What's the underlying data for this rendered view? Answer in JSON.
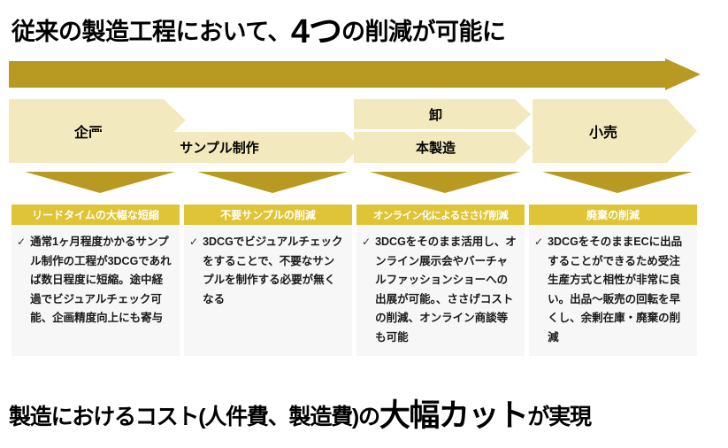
{
  "slide": {
    "headline_top": {
      "lead": "従来の製造工程において、",
      "emphasis": "4つ",
      "tail": "の削減が可能に"
    },
    "headline_bottom": {
      "lead": "製造におけるコスト(人件費、製造費)の",
      "emphasis": "大幅カット",
      "tail": "が実現"
    },
    "flow_arrow_label": "process-flow-arrow",
    "process_steps": [
      {
        "label": "企画",
        "name": "planning"
      },
      {
        "label": "サンプル制作",
        "name": "sample-production"
      },
      {
        "label": "卸",
        "name": "wholesale"
      },
      {
        "label": "本製造",
        "name": "mass-production"
      },
      {
        "label": "小売",
        "name": "retail"
      }
    ],
    "benefit_cards": [
      {
        "header": "リードタイムの大幅な短縮",
        "bullet": "✓",
        "text": "通常1ヶ月程度かかるサンプル制作の工程が3DCGであれば数日程度に短縮。途中経過でビジュアルチェック可能、企画精度向上にも寄与"
      },
      {
        "header": "不要サンプルの削減",
        "bullet": "✓",
        "text": "3DCGでビジュアルチェックをすることで、不要なサンプルを制作する必要が無くなる"
      },
      {
        "header": "オンライン化によるささげ削減",
        "bullet": "✓",
        "text": "3DCGをそのまま活用し、オンライン展示会やバーチャルファッションショーへの出展が可能。、ささげコストの削減、オンライン商談等も可能"
      },
      {
        "header": "廃棄の削減",
        "bullet": "✓",
        "text": "3DCGをそのままECに出品することができるため受注生産方式と相性が非常に良い。出品〜販売の回転を早くし、余剰在庫・廃棄の削減"
      }
    ],
    "colors": {
      "arrow_gold": "#B89A22",
      "chevron_cream": "#F3E9BE",
      "card_header_gold": "#DEC436",
      "card_body_gray": "#F7F7F7",
      "text_dark": "#1a1a1a"
    }
  }
}
